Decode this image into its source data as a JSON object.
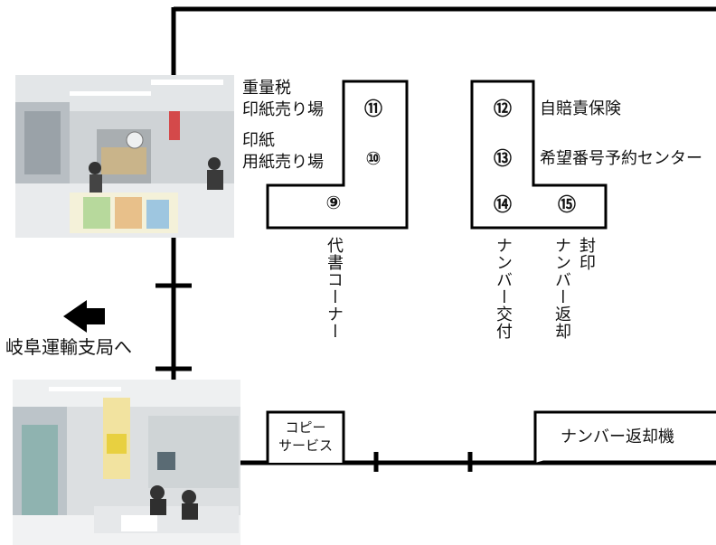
{
  "counters": {
    "c11": {
      "number": "⑪",
      "label_lines": [
        "重量税",
        "印紙売り場"
      ]
    },
    "c10": {
      "number": "⑩",
      "label_lines": [
        "印紙",
        "用紙売り場"
      ]
    },
    "c9": {
      "number": "⑨",
      "vertical_label": "代書コーナー"
    },
    "c12": {
      "number": "⑫",
      "label": "自賠責保険"
    },
    "c13": {
      "number": "⑬",
      "label": "希望番号予約センター"
    },
    "c14": {
      "number": "⑭",
      "vertical_label": "ナンバー交付"
    },
    "c15": {
      "number": "⑮",
      "vertical_label_lines": [
        "封印",
        "ナンバー返却"
      ]
    }
  },
  "entrance": {
    "label": "岐阜運輸支局へ",
    "arrow_icon": "left-arrow-icon"
  },
  "copy_service": {
    "line1": "コピー",
    "line2": "サービス"
  },
  "plate_return_machine": {
    "label": "ナンバー返却機"
  },
  "colors": {
    "line": "#000000",
    "background": "#ffffff"
  }
}
